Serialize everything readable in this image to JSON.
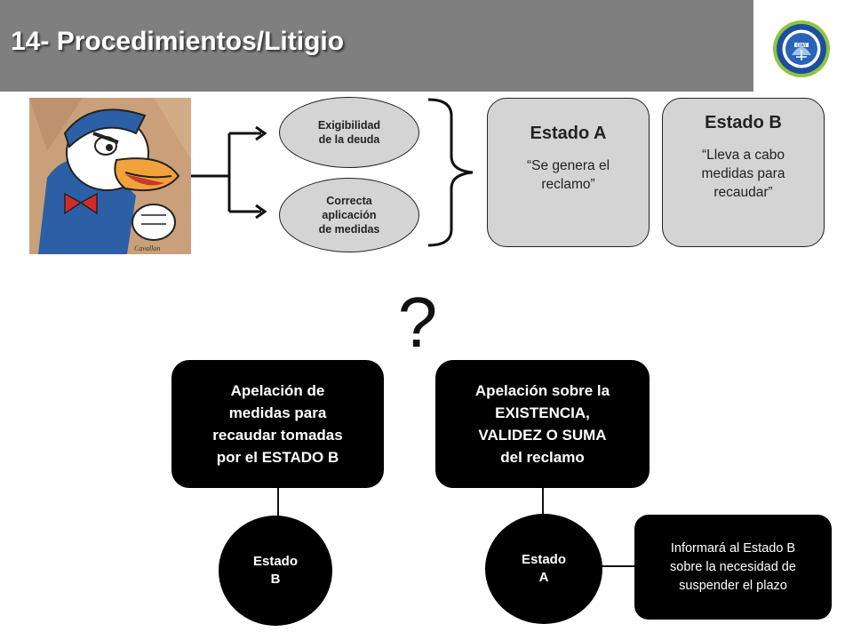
{
  "header": {
    "title": "14- Procedimientos/Litigio",
    "bar_color": "#7f7f7f"
  },
  "logo": {
    "icon": "institution-seal-icon",
    "text": "CIAT"
  },
  "cartoon": {
    "icon": "angry-duck-illustration",
    "signature": "Cavallon"
  },
  "branches": {
    "top": "Exigibilidad\nde la deuda",
    "bottom": "Correcta\naplicación\nde medidas"
  },
  "states": {
    "a": {
      "title": "Estado A",
      "desc": "“Se genera el\nreclamo”"
    },
    "b": {
      "title": "Estado B",
      "desc": "“Lleva a cabo\nmedidas para\nrecaudar”"
    }
  },
  "question_mark": "?",
  "appeals": {
    "left": {
      "text": "Apelación de\nmedidas para\nrecaudar  tomadas\npor el ESTADO B",
      "node": "Estado\nB"
    },
    "right": {
      "text": "Apelación sobre la\nEXISTENCIA,\nVALIDEZ O SUMA\ndel reclamo",
      "node": "Estado\nA"
    }
  },
  "note": "Informará al Estado B\nsobre la necesidad de\nsuspender el plazo"
}
